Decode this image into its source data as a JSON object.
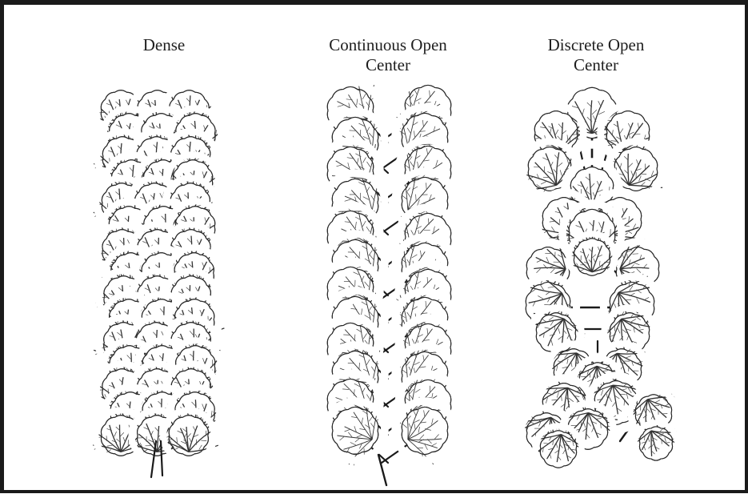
{
  "figure": {
    "columns": [
      {
        "id": "dense",
        "title": "Dense"
      },
      {
        "id": "continuous",
        "title": "Continuous Open\nCenter"
      },
      {
        "id": "discrete",
        "title": "Discrete Open\nCenter"
      }
    ]
  }
}
